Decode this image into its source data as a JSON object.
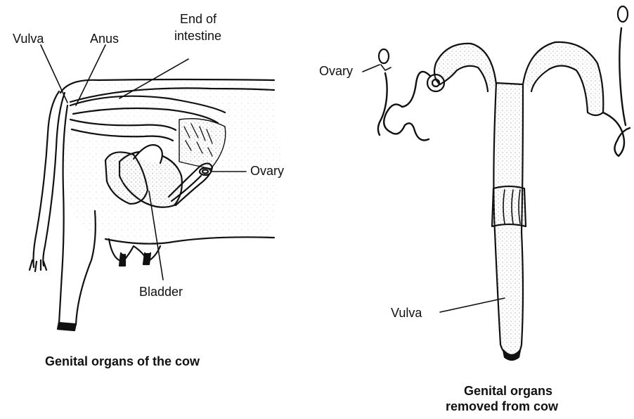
{
  "left_panel": {
    "labels": {
      "vulva": "Vulva",
      "anus": "Anus",
      "end_of_intestine_line1": "End of",
      "end_of_intestine_line2": "intestine",
      "ovary": "Ovary",
      "bladder": "Bladder"
    },
    "caption": "Genital organs of the cow"
  },
  "right_panel": {
    "labels": {
      "ovary": "Ovary",
      "vulva": "Vulva"
    },
    "caption_line1": "Genital organs",
    "caption_line2": "removed from cow"
  },
  "colors": {
    "ink": "#111111",
    "stipple": "#9a9a9a",
    "background": "#ffffff"
  }
}
